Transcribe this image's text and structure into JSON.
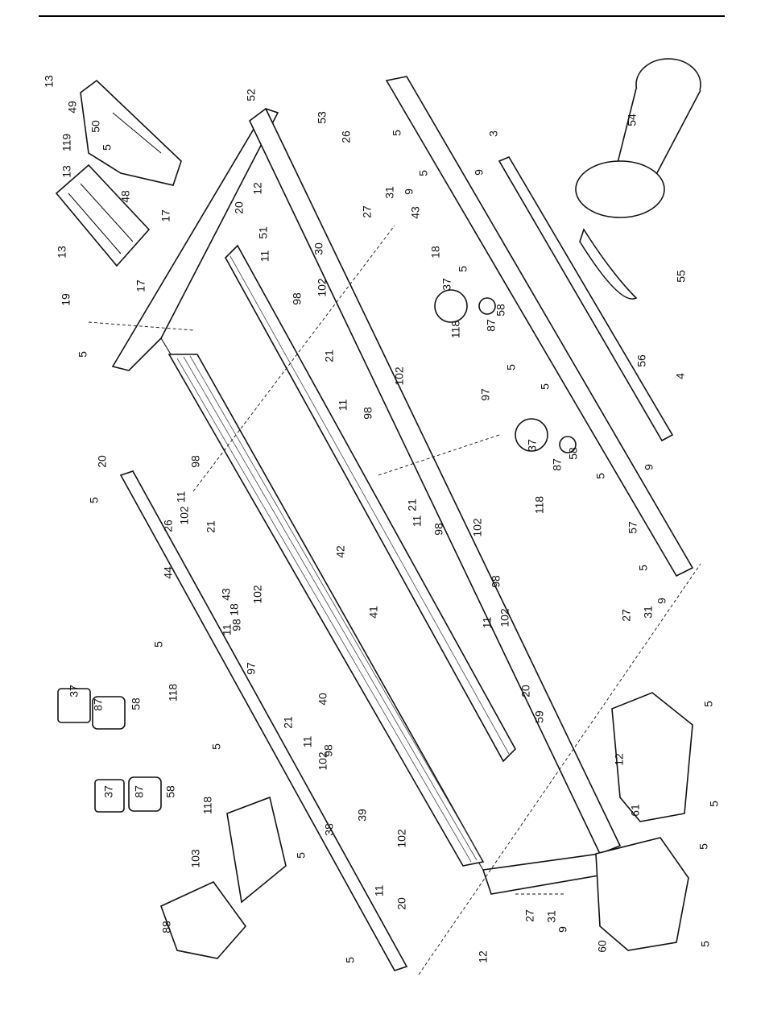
{
  "labels": [
    {
      "text": "13"
    },
    {
      "text": "49"
    },
    {
      "text": "119"
    },
    {
      "text": "13"
    },
    {
      "text": "50"
    },
    {
      "text": "5"
    },
    {
      "text": "48"
    },
    {
      "text": "17"
    },
    {
      "text": "13"
    },
    {
      "text": "17"
    },
    {
      "text": "19"
    },
    {
      "text": "5"
    },
    {
      "text": "52"
    },
    {
      "text": "53"
    },
    {
      "text": "26"
    },
    {
      "text": "5"
    },
    {
      "text": "3"
    },
    {
      "text": "54"
    },
    {
      "text": "12"
    },
    {
      "text": "27"
    },
    {
      "text": "31"
    },
    {
      "text": "9"
    },
    {
      "text": "5"
    },
    {
      "text": "9"
    },
    {
      "text": "20"
    },
    {
      "text": "51"
    },
    {
      "text": "43"
    },
    {
      "text": "11"
    },
    {
      "text": "30"
    },
    {
      "text": "18"
    },
    {
      "text": "5"
    },
    {
      "text": "55"
    },
    {
      "text": "98"
    },
    {
      "text": "102"
    },
    {
      "text": "37"
    },
    {
      "text": "118"
    },
    {
      "text": "87"
    },
    {
      "text": "58"
    },
    {
      "text": "21"
    },
    {
      "text": "102"
    },
    {
      "text": "97"
    },
    {
      "text": "5"
    },
    {
      "text": "56"
    },
    {
      "text": "5"
    },
    {
      "text": "4"
    },
    {
      "text": "11"
    },
    {
      "text": "98"
    },
    {
      "text": "37"
    },
    {
      "text": "87"
    },
    {
      "text": "58"
    },
    {
      "text": "20"
    },
    {
      "text": "98"
    },
    {
      "text": "118"
    },
    {
      "text": "9"
    },
    {
      "text": "5"
    },
    {
      "text": "5"
    },
    {
      "text": "11"
    },
    {
      "text": "102"
    },
    {
      "text": "26"
    },
    {
      "text": "21"
    },
    {
      "text": "21"
    },
    {
      "text": "11"
    },
    {
      "text": "98"
    },
    {
      "text": "102"
    },
    {
      "text": "57"
    },
    {
      "text": "42"
    },
    {
      "text": "5"
    },
    {
      "text": "44"
    },
    {
      "text": "43"
    },
    {
      "text": "18"
    },
    {
      "text": "102"
    },
    {
      "text": "41"
    },
    {
      "text": "11"
    },
    {
      "text": "98"
    },
    {
      "text": "98"
    },
    {
      "text": "11"
    },
    {
      "text": "102"
    },
    {
      "text": "27"
    },
    {
      "text": "31"
    },
    {
      "text": "9"
    },
    {
      "text": "5"
    },
    {
      "text": "97"
    },
    {
      "text": "37"
    },
    {
      "text": "40"
    },
    {
      "text": "20"
    },
    {
      "text": "87"
    },
    {
      "text": "58"
    },
    {
      "text": "118"
    },
    {
      "text": "5"
    },
    {
      "text": "59"
    },
    {
      "text": "21"
    },
    {
      "text": "11"
    },
    {
      "text": "102"
    },
    {
      "text": "98"
    },
    {
      "text": "5"
    },
    {
      "text": "12"
    },
    {
      "text": "37"
    },
    {
      "text": "87"
    },
    {
      "text": "58"
    },
    {
      "text": "38"
    },
    {
      "text": "39"
    },
    {
      "text": "118"
    },
    {
      "text": "61"
    },
    {
      "text": "5"
    },
    {
      "text": "103"
    },
    {
      "text": "5"
    },
    {
      "text": "102"
    },
    {
      "text": "11"
    },
    {
      "text": "5"
    },
    {
      "text": "88"
    },
    {
      "text": "20"
    },
    {
      "text": "27"
    },
    {
      "text": "31"
    },
    {
      "text": "9"
    },
    {
      "text": "60"
    },
    {
      "text": "12"
    },
    {
      "text": "5"
    },
    {
      "text": "5"
    }
  ]
}
